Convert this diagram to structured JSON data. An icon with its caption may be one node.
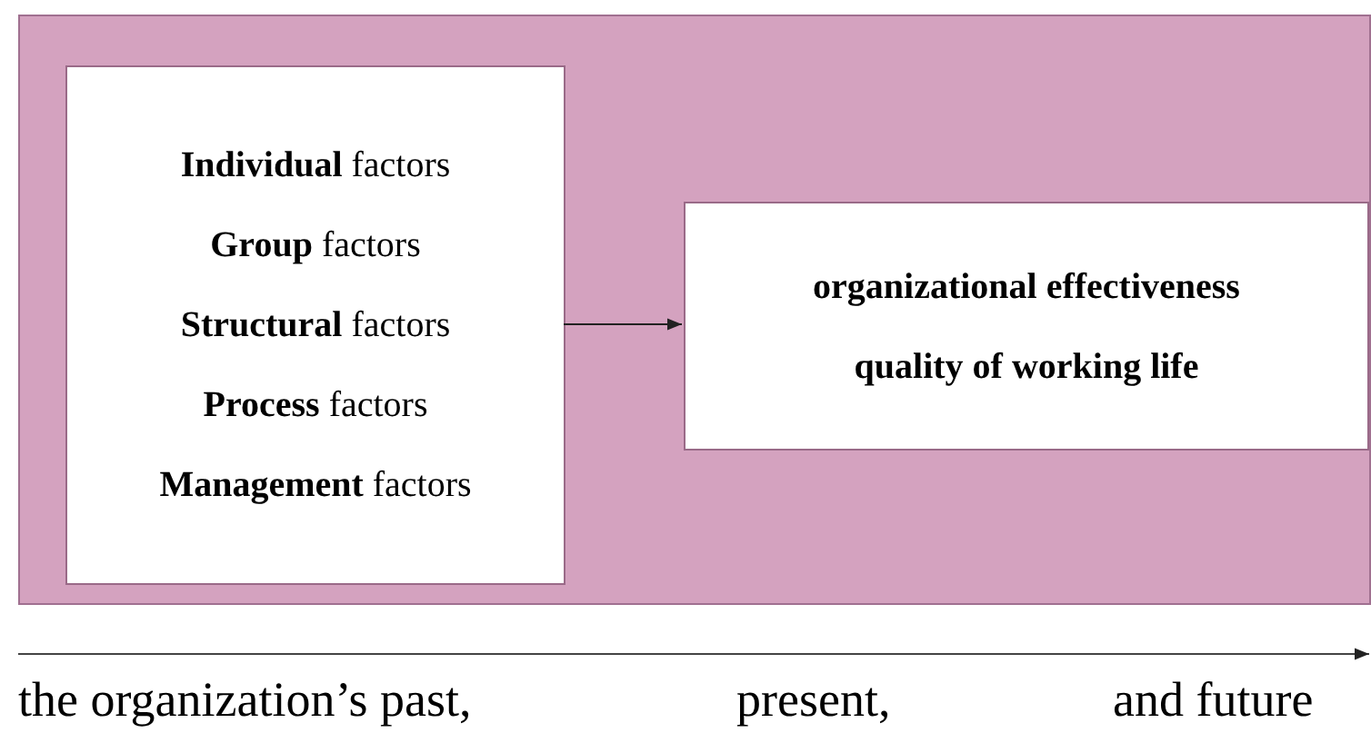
{
  "diagram": {
    "nodes": [
      {
        "text": [],
        "shape": "box"
      },
      {
        "text": [
          "**Individual** factors",
          "**Group** factors",
          "**Structural** factors",
          "**Process** factors",
          "**Management** factors"
        ],
        "in": 0
      },
      {
        "text": [
          "organizational effectiveness",
          "quality of working life"
        ],
        "in": 0
      }
    ],
    "edges": [
      {
        "from": 1,
        "to": 2,
        "arrow": "to"
      }
    ],
    "labels": [
      "the organization’s past,",
      "present,",
      "and future"
    ]
  }
}
